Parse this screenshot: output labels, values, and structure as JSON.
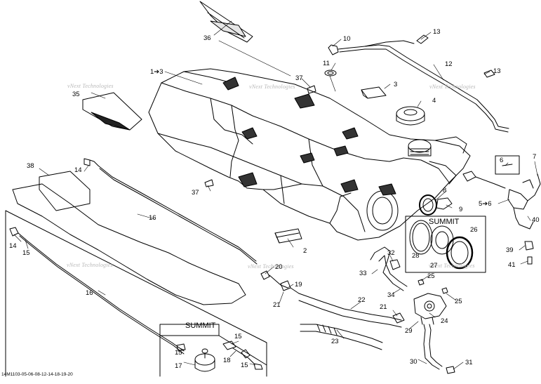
{
  "watermark": "vNext Technologies",
  "diagram_code": "14M1103-05-06-08-12-14-18-19-20",
  "summit_label": "SUMMIT",
  "callouts": {
    "c1": "1➔3",
    "c2": "2",
    "c3": "3",
    "c4": "4",
    "c5": "5➔6",
    "c6": "6",
    "c7": "7",
    "c8": "8",
    "c9": "9",
    "c10": "10",
    "c11": "11",
    "c12": "12",
    "c13a": "13",
    "c13b": "13",
    "c14a": "14",
    "c14b": "14",
    "c15a": "15",
    "c15b": "15",
    "c15c": "15",
    "c15d": "15",
    "c16a": "16",
    "c16b": "16",
    "c17": "17",
    "c18": "18",
    "c19": "19",
    "c20": "20",
    "c21a": "21",
    "c21b": "21",
    "c22": "22",
    "c23": "23",
    "c24": "24",
    "c25a": "25",
    "c25b": "25",
    "c26": "26",
    "c27": "27",
    "c28": "28",
    "c29": "29",
    "c30": "30",
    "c31": "31",
    "c32": "32",
    "c33": "33",
    "c34": "34",
    "c35": "35",
    "c36": "36",
    "c37a": "37",
    "c37b": "37",
    "c38": "38",
    "c39": "39",
    "c40": "40",
    "c41": "41"
  }
}
